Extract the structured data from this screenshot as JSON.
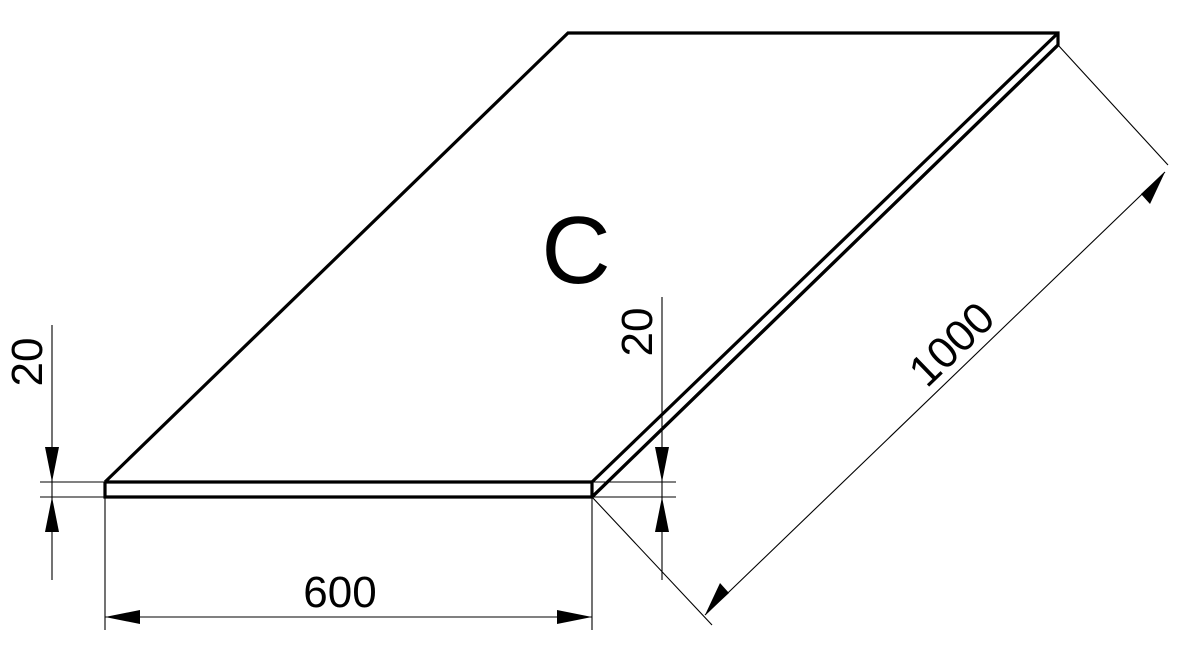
{
  "drawing": {
    "part_label": "C",
    "dimensions": {
      "width": "600",
      "length": "1000",
      "thickness_left": "20",
      "thickness_right": "20"
    }
  }
}
